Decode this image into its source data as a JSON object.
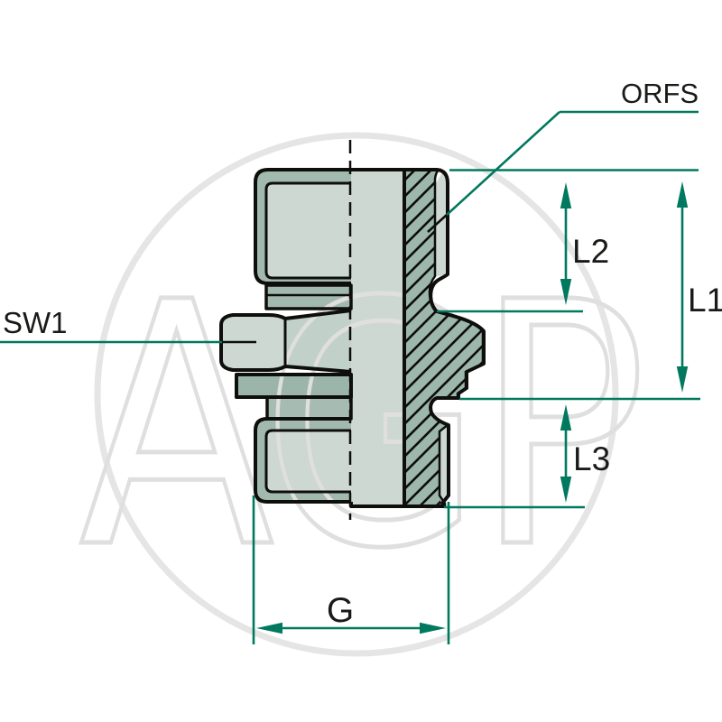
{
  "diagram": {
    "kind": "technical-drawing-half-section",
    "labels": {
      "orfs": "ORFS",
      "sw1": "SW1",
      "l1": "L1",
      "l2": "L2",
      "l3": "L3",
      "g": "G"
    },
    "watermark": "AGP",
    "colors": {
      "background": "#ffffff",
      "dimension": "#00795e",
      "outline": "#0e0e0c",
      "label_text": "#1a1a18",
      "body_light": "#cdd8d2",
      "body_medium": "#bccdc5",
      "body_dark": "#a2b9af",
      "body_dark2": "#9cb5ab",
      "groove_band": "#a6bcb2",
      "hatch_fill": "#9db7ac",
      "watermark": "#dfdfdf",
      "watermark_ring": "#e5e5e5"
    }
  }
}
